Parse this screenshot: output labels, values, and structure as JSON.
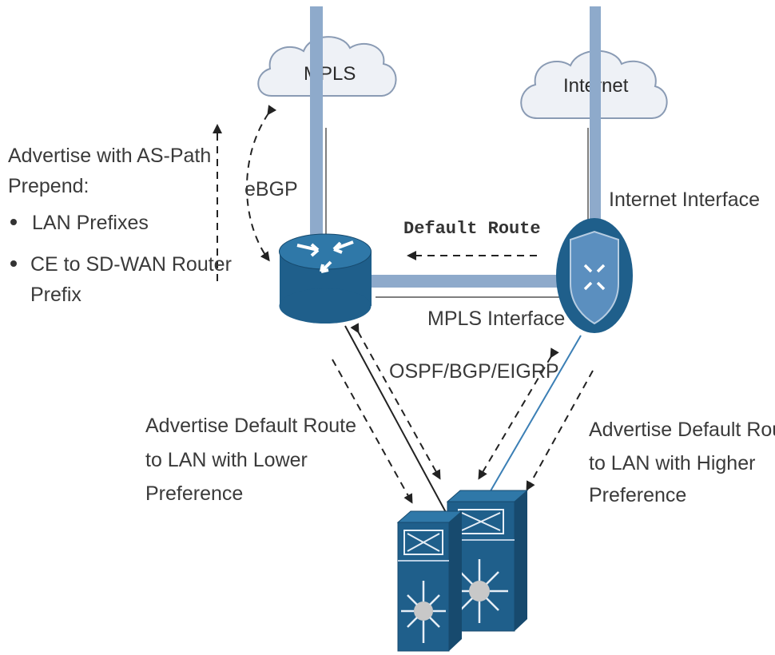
{
  "clouds": {
    "mpls": "MPLS",
    "internet": "Internet"
  },
  "left_note": {
    "title_line1": "Advertise with AS-Path",
    "title_line2": "Prepend:",
    "bullets": [
      "LAN Prefixes",
      "CE to SD-WAN Router",
      "Prefix"
    ]
  },
  "labels": {
    "ebgp": "eBGP",
    "default_route": "Default Route",
    "internet_interface": "Internet Interface",
    "mpls_interface": "MPLS Interface",
    "ospf": "OSPF/BGP/EIGRP"
  },
  "left_adv": [
    "Advertise Default Route",
    "to LAN with Lower",
    "Preference"
  ],
  "right_adv": [
    "Advertise Default Route",
    "to LAN with Higher",
    "Preference"
  ],
  "colors": {
    "device_blue": "#1f5f8b",
    "device_dark": "#174a6e",
    "pipe": "#8eaacb",
    "cloud_fill": "#eef1f6",
    "cloud_stroke": "#8a9bb4",
    "link_blue": "#3b7fb5"
  },
  "icons": {
    "router": "router-icon",
    "sdwan": "sdwan-router-icon",
    "switch": "switch-icon",
    "cloud": "cloud-icon"
  }
}
